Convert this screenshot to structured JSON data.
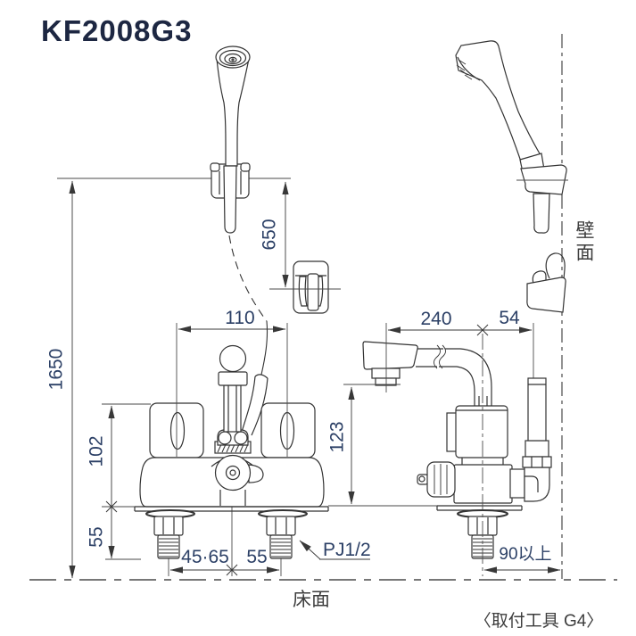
{
  "title": "KF2008G3",
  "labels": {
    "height_total": "1650",
    "height_shower": "650",
    "width_handles": "110",
    "height_body": "102",
    "height_legs": "55",
    "pitch_adjust": "45·65",
    "pitch_right": "55",
    "thread_spec": "PJ1/2",
    "spout_reach": "240",
    "wall_offset": "54",
    "spout_height": "123",
    "min_clearance": "90以上",
    "wall_surface_top": "壁",
    "wall_surface_bottom": "面",
    "floor_surface": "床面",
    "tool_note": "〈取付工具 G4〉"
  }
}
